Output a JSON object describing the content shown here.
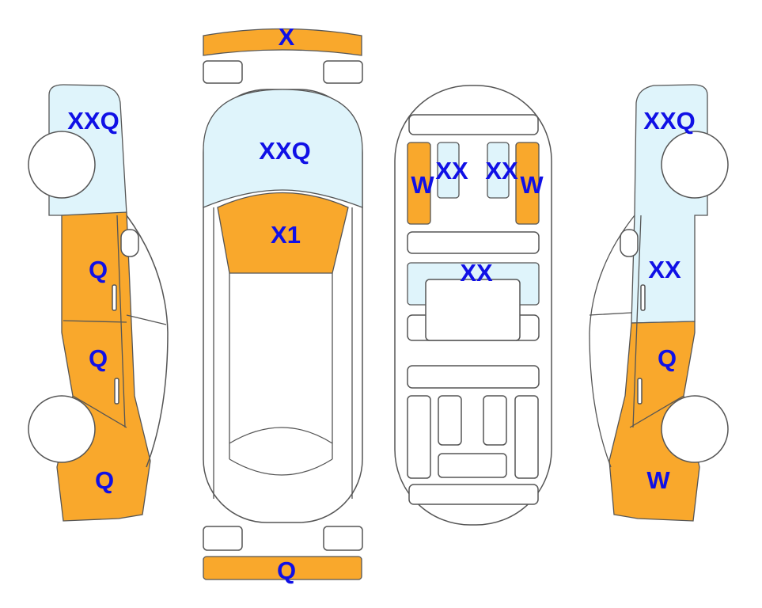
{
  "colors": {
    "damage_major": "#f9a82c",
    "damage_minor": "#dff4fb",
    "label": "#1010e6"
  },
  "left_side": {
    "roof_rear": "XXQ",
    "rear_door": "Q",
    "front_door": "Q",
    "front_fender": "Q"
  },
  "top_view": {
    "rear_bumper": "X",
    "roof": "XXQ",
    "windshield": "X1",
    "front_bumper": "Q"
  },
  "interior": {
    "left_rear_panel": "W",
    "left_rear_seat": "XX",
    "right_rear_seat": "XX",
    "right_rear_panel": "W",
    "rear_bench": "XX"
  },
  "right_side": {
    "roof_rear": "XXQ",
    "rear_door": "XX",
    "front_door": "Q",
    "front_fender": "W"
  }
}
